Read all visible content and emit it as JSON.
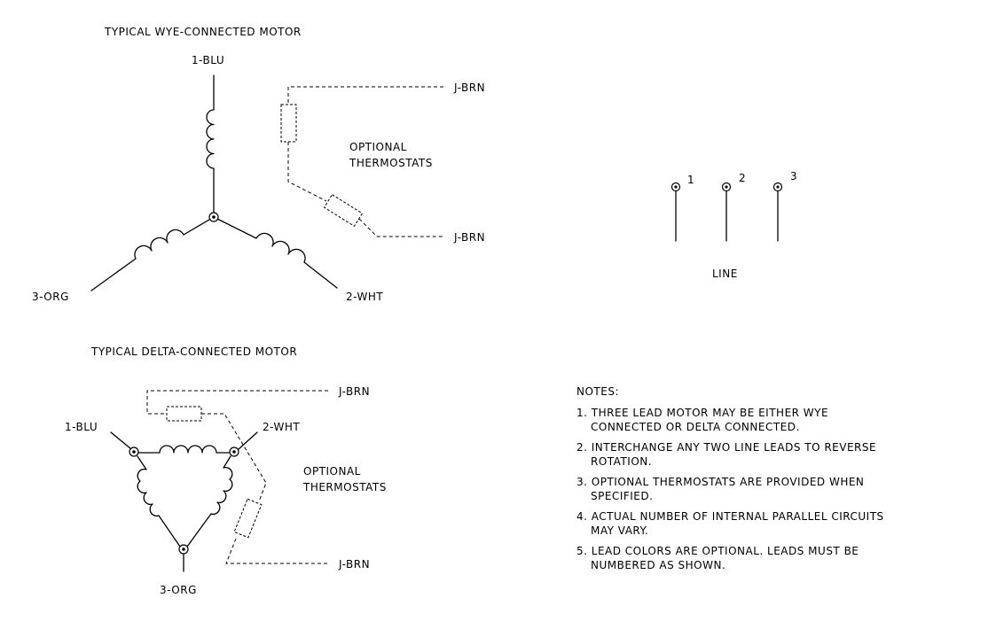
{
  "wye": {
    "title": "TYPICAL WYE-CONNECTED MOTOR",
    "lead1": "1-BLU",
    "lead2": "2-WHT",
    "lead3": "3-ORG",
    "therm_top": "J-BRN",
    "therm_bottom": "J-BRN",
    "therm_label_1": "OPTIONAL",
    "therm_label_2": "THERMOSTATS"
  },
  "delta": {
    "title": "TYPICAL DELTA-CONNECTED MOTOR",
    "lead1": "1-BLU",
    "lead2": "2-WHT",
    "lead3": "3-ORG",
    "therm_top": "J-BRN",
    "therm_bottom": "J-BRN",
    "therm_label_1": "OPTIONAL",
    "therm_label_2": "THERMOSTATS"
  },
  "line": {
    "t1": "1",
    "t2": "2",
    "t3": "3",
    "label": "LINE"
  },
  "notes": {
    "heading": "NOTES:",
    "items": [
      [
        "1. THREE LEAD MOTOR MAY BE EITHER WYE",
        "CONNECTED OR DELTA CONNECTED."
      ],
      [
        "2. INTERCHANGE ANY TWO LINE LEADS TO REVERSE",
        "ROTATION."
      ],
      [
        "3. OPTIONAL THERMOSTATS ARE PROVIDED WHEN",
        "SPECIFIED."
      ],
      [
        "4. ACTUAL NUMBER OF INTERNAL PARALLEL CIRCUITS",
        "MAY VARY."
      ],
      [
        "5. LEAD COLORS ARE OPTIONAL.  LEADS MUST BE",
        "NUMBERED AS SHOWN."
      ]
    ]
  }
}
